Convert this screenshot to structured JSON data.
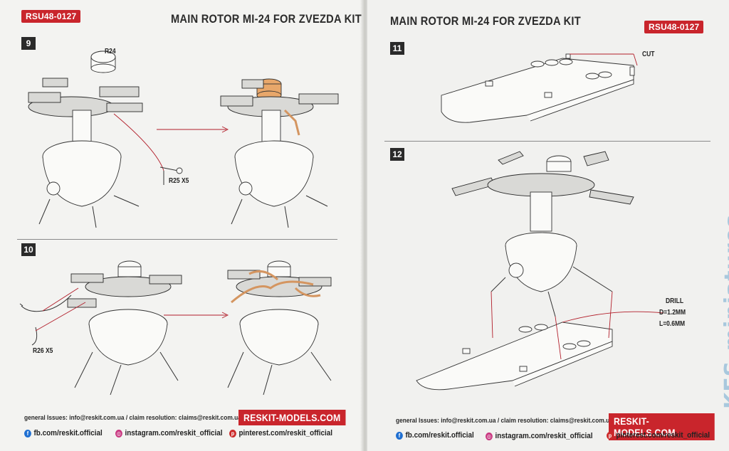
{
  "left_page": {
    "badge": "RSU48-0127",
    "title": "MAIN ROTOR MI-24 FOR ZVEZDA KIT",
    "step9": {
      "number": "9",
      "part_a": "R24",
      "part_b": "R25 X5"
    },
    "step10": {
      "number": "10",
      "part": "R26 X5"
    },
    "footer": {
      "contact": "general Issues: info@reskit.com.ua / claim resolution: claims@reskit.com.ua",
      "site": "RESKIT-MODELS.COM",
      "facebook": "fb.com/reskit.official",
      "instagram": "instagram.com/reskit_official",
      "pinterest": "pinterest.com/reskit_official"
    }
  },
  "right_page": {
    "badge": "RSU48-0127",
    "title": "MAIN ROTOR MI-24 FOR ZVEZDA KIT",
    "step11": {
      "number": "11",
      "note": "CUT"
    },
    "step12": {
      "number": "12",
      "drill_title": "DRILL",
      "drill_d": "D=1.2MM",
      "drill_l": "L=0.6MM"
    },
    "footer": {
      "contact": "general Issues: info@reskit.com.ua / claim resolution: claims@reskit.com.ua",
      "site": "RESKIT-MODELS.COM",
      "facebook": "fb.com/reskit.official",
      "instagram": "instagram.com/reskit_official",
      "pinterest": "pinterest.com/reskit_official"
    }
  },
  "watermark": "KFS-miniatures",
  "icons": {
    "facebook": "facebook-icon",
    "instagram": "instagram-icon",
    "pinterest": "pinterest-icon"
  },
  "colors": {
    "brand_red": "#c9252c",
    "step_dark": "#2a2a2a",
    "part_highlight": "#e8a76a",
    "watermark_blue": "#5096c8"
  }
}
